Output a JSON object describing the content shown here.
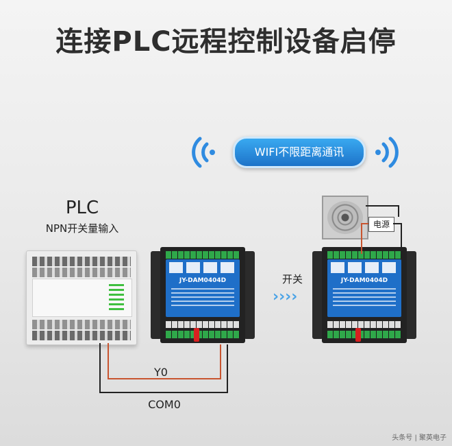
{
  "title": "连接PLC远程控制设备启停",
  "wifi_label": "WIFI不限距离通讯",
  "plc": {
    "title": "PLC",
    "subtitle": "NPN开关量输入"
  },
  "module": {
    "model": "JY-DAM0404D"
  },
  "switch_label": "开关",
  "power_label": "电源",
  "wires": {
    "y0_label": "Y0",
    "com0_label": "COM0",
    "y0_color": "#c8542f",
    "com_color": "#222222"
  },
  "watermark": "头条号 | 聚英电子",
  "colors": {
    "wifi_blue": "#1d73c9",
    "module_blue": "#1f6fc8",
    "arrow_blue": "#4aa3e6"
  }
}
